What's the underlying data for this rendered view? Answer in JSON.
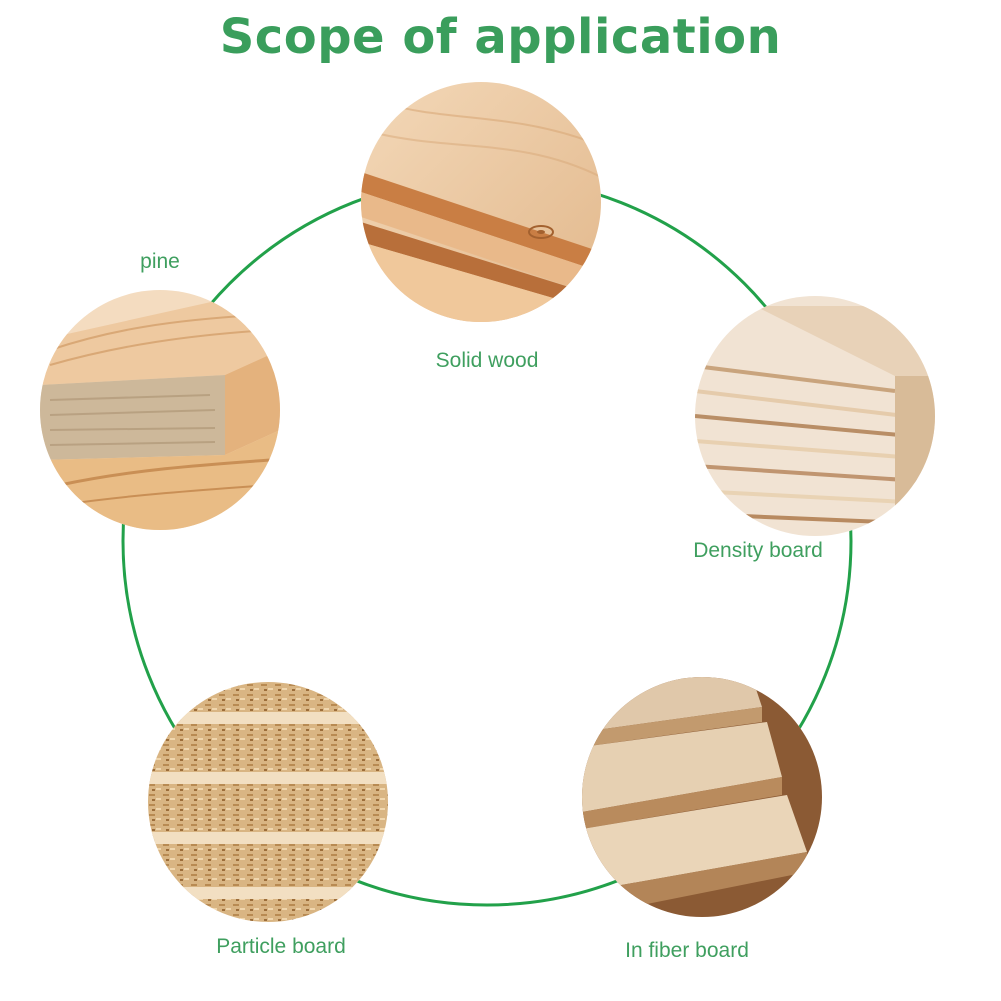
{
  "title": "Scope of application",
  "accent_color": "#3a9e5c",
  "ring_color": "#22a14a",
  "items": [
    {
      "label": "Solid wood",
      "image": "solid-wood-image"
    },
    {
      "label": "Density board",
      "image": "density-board-image"
    },
    {
      "label": "In fiber board",
      "image": "fiber-board-image"
    },
    {
      "label": "Particle board",
      "image": "particle-board-image"
    },
    {
      "label": "pine",
      "image": "pine-image"
    }
  ]
}
